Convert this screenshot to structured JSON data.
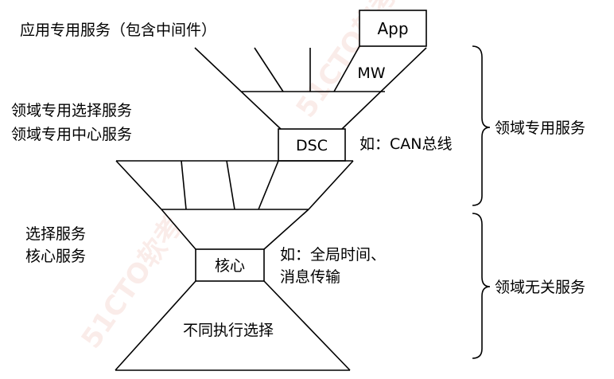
{
  "labels": {
    "app_services": "应用专用服务（包含中间件）",
    "app": "App",
    "mw": "MW",
    "domain_specific_select": "领域专用选择服务",
    "domain_specific_center": "领域专用中心服务",
    "dsc": "DSC",
    "dsc_example": "如：CAN总线",
    "domain_specific_services": "领域专用服务",
    "select_services": "选择服务",
    "core_services": "核心服务",
    "core": "核心",
    "core_example_line1": "如：全局时间、",
    "core_example_line2": "消息传输",
    "domain_independent_services": "领域无关服务",
    "execution_choice": "不同执行选择"
  },
  "watermark": "51CTO软考"
}
